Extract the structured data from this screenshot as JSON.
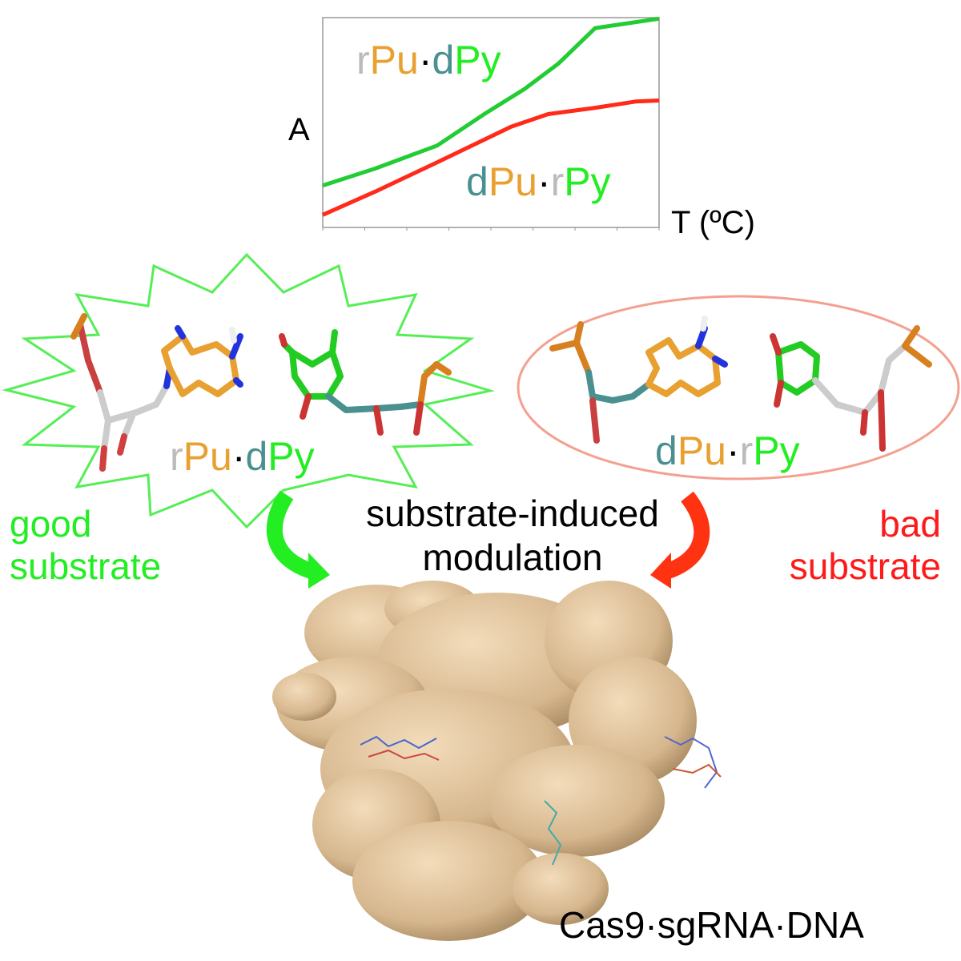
{
  "chart_data": {
    "type": "line",
    "title": "",
    "xlabel": "T (ºC)",
    "ylabel": "A",
    "xlim": [
      0,
      1
    ],
    "ylim": [
      0,
      1
    ],
    "x_tick_count": 9,
    "grid": false,
    "series": [
      {
        "name": "rPu·dPy",
        "color": "#22cc33",
        "x": [
          0,
          0.155,
          0.34,
          0.48,
          0.6,
          0.7,
          0.81,
          1.0
        ],
        "y": [
          0.2,
          0.28,
          0.39,
          0.54,
          0.66,
          0.78,
          0.95,
          0.995
        ]
      },
      {
        "name": "dPu·rPy",
        "color": "#ff2a1a",
        "x": [
          0,
          0.155,
          0.34,
          0.56,
          0.67,
          0.81,
          0.93,
          1.0
        ],
        "y": [
          0.06,
          0.17,
          0.31,
          0.48,
          0.54,
          0.57,
          0.6,
          0.605
        ]
      }
    ],
    "annotations": {
      "green_label": [
        {
          "text": "r",
          "color": "#bbbbbb"
        },
        {
          "text": "Pu",
          "color": "#e8a030"
        },
        {
          "text": "·",
          "color": "#000000"
        },
        {
          "text": "d",
          "color": "#4a9090"
        },
        {
          "text": "Py",
          "color": "#22ee22"
        }
      ],
      "red_label": [
        {
          "text": "d",
          "color": "#4a9090"
        },
        {
          "text": "Pu",
          "color": "#e8a030"
        },
        {
          "text": "·",
          "color": "#000000"
        },
        {
          "text": "r",
          "color": "#bbbbbb"
        },
        {
          "text": "Py",
          "color": "#22ee22"
        }
      ]
    }
  },
  "pairs": {
    "good": [
      {
        "text": "r",
        "color": "#bbbbbb"
      },
      {
        "text": "Pu",
        "color": "#e8a030"
      },
      {
        "text": "·",
        "color": "#000000"
      },
      {
        "text": "d",
        "color": "#4a9090"
      },
      {
        "text": "Py",
        "color": "#22ee22"
      }
    ],
    "bad": [
      {
        "text": "d",
        "color": "#4a9090"
      },
      {
        "text": "Pu",
        "color": "#e8a030"
      },
      {
        "text": "·",
        "color": "#000000"
      },
      {
        "text": "r",
        "color": "#bbbbbb"
      },
      {
        "text": "Py",
        "color": "#22ee22"
      }
    ]
  },
  "labels": {
    "good_line1": "good",
    "good_line2": "substrate",
    "bad_line1": "bad",
    "bad_line2": "substrate",
    "center_line1": "substrate-induced",
    "center_line2": "modulation",
    "complex": "Cas9·sgRNA·DNA"
  },
  "colors": {
    "good": "#22ee22",
    "bad": "#ff1a1a",
    "protein": "#dcc09a"
  }
}
